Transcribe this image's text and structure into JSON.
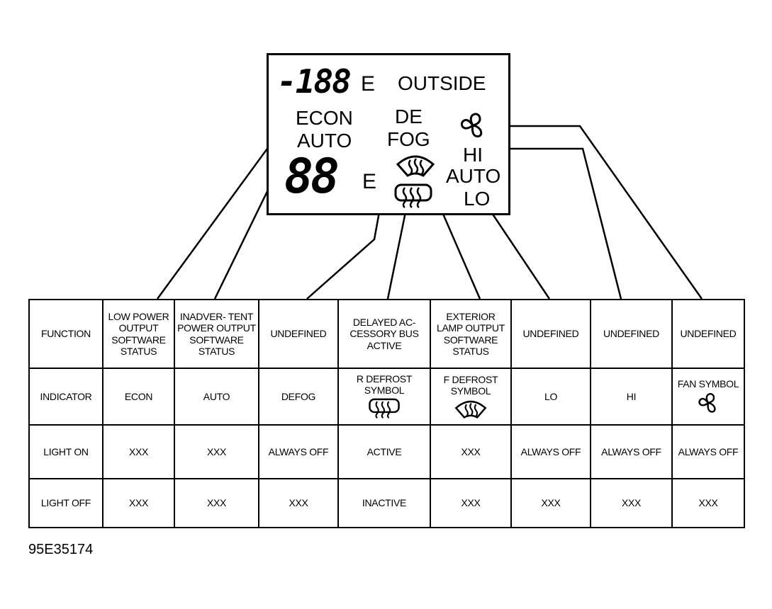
{
  "display": {
    "top_digits": "-188",
    "unit_top": "E",
    "outside": "OUTSIDE",
    "econ": "ECON",
    "auto_left": "AUTO",
    "bottom_digits": "88",
    "unit_bottom": "E",
    "de": "DE",
    "fog": "FOG",
    "hi": "HI",
    "auto_right": "AUTO",
    "lo": "LO",
    "icons": [
      "front-defrost-icon",
      "rear-defrost-icon",
      "fan-icon"
    ]
  },
  "table": {
    "row_labels": [
      "FUNCTION",
      "INDICATOR",
      "LIGHT ON",
      "LIGHT OFF"
    ],
    "columns": [
      {
        "function": "LOW POWER OUTPUT SOFTWARE STATUS",
        "indicator": "ECON",
        "light_on": "XXX",
        "light_off": "XXX"
      },
      {
        "function": "INADVER- TENT POWER OUTPUT SOFTWARE STATUS",
        "indicator": "AUTO",
        "light_on": "XXX",
        "light_off": "XXX"
      },
      {
        "function": "UNDEFINED",
        "indicator": "DEFOG",
        "light_on": "ALWAYS OFF",
        "light_off": "XXX"
      },
      {
        "function": "DELAYED AC- CESSORY BUS ACTIVE",
        "indicator": "R DEFROST SYMBOL",
        "light_on": "ACTIVE",
        "light_off": "INACTIVE"
      },
      {
        "function": "EXTERIOR LAMP OUTPUT SOFTWARE STATUS",
        "indicator": "F DEFROST SYMBOL",
        "light_on": "XXX",
        "light_off": "XXX"
      },
      {
        "function": "UNDEFINED",
        "indicator": "LO",
        "light_on": "ALWAYS OFF",
        "light_off": "XXX"
      },
      {
        "function": "UNDEFINED",
        "indicator": "HI",
        "light_on": "ALWAYS OFF",
        "light_off": "XXX"
      },
      {
        "function": "UNDEFINED",
        "indicator": "FAN SYMBOL",
        "light_on": "ALWAYS OFF",
        "light_off": "XXX"
      }
    ]
  },
  "figure_id": "95E35174"
}
